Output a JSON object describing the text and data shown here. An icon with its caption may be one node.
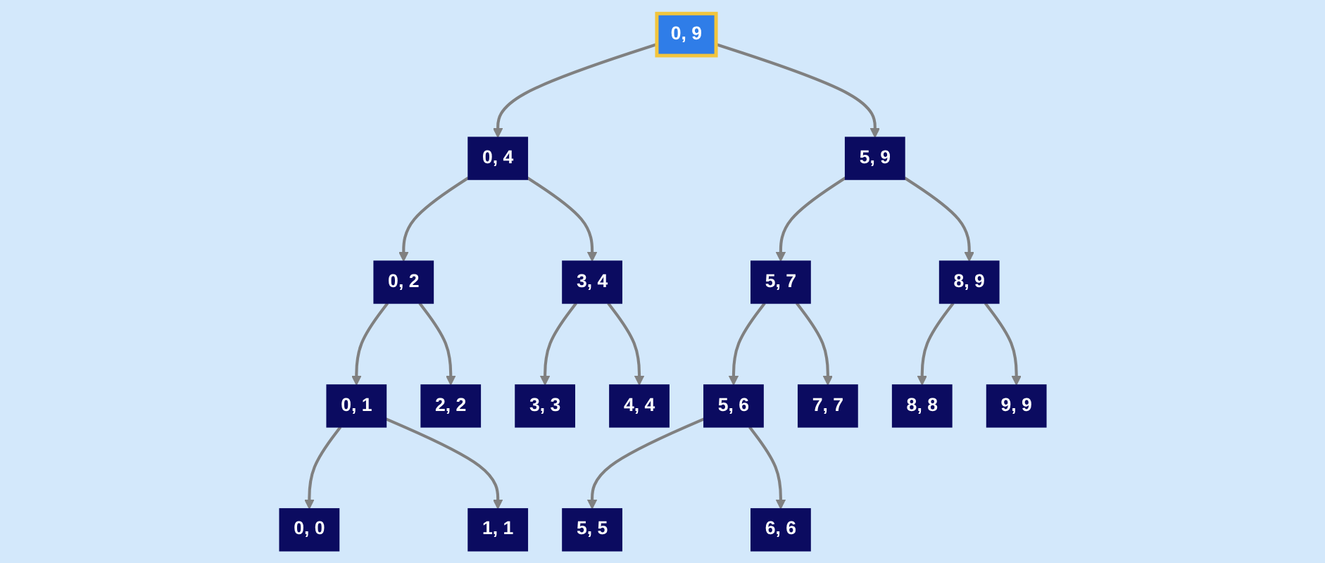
{
  "diagram": {
    "nodes": [
      {
        "text": [
          "0, 9"
        ]
      },
      {
        "text": [
          "0, 4"
        ]
      },
      {
        "text": [
          "5, 9"
        ]
      },
      {
        "text": [
          "0, 2"
        ]
      },
      {
        "text": [
          "3, 4"
        ]
      },
      {
        "text": [
          "5, 7"
        ]
      },
      {
        "text": [
          "8, 9"
        ]
      },
      {
        "text": [
          "0, 1"
        ]
      },
      {
        "text": [
          "2, 2"
        ]
      },
      {
        "text": [
          "3, 3"
        ]
      },
      {
        "text": [
          "4, 4"
        ]
      },
      {
        "text": [
          "5, 6"
        ]
      },
      {
        "text": [
          "7, 7"
        ]
      },
      {
        "text": [
          "8, 8"
        ]
      },
      {
        "text": [
          "9, 9"
        ]
      },
      {
        "text": [
          "0, 0"
        ]
      },
      {
        "text": [
          "1, 1"
        ]
      },
      {
        "text": [
          "5, 5"
        ]
      },
      {
        "text": [
          "6, 6"
        ]
      }
    ],
    "edges": [
      {
        "from": 0,
        "to": 1,
        "arrow": "to"
      },
      {
        "from": 0,
        "to": 2,
        "arrow": "to"
      },
      {
        "from": 1,
        "to": 3,
        "arrow": "to"
      },
      {
        "from": 1,
        "to": 4,
        "arrow": "to"
      },
      {
        "from": 2,
        "to": 5,
        "arrow": "to"
      },
      {
        "from": 2,
        "to": 6,
        "arrow": "to"
      },
      {
        "from": 3,
        "to": 7,
        "arrow": "to"
      },
      {
        "from": 3,
        "to": 8,
        "arrow": "to"
      },
      {
        "from": 4,
        "to": 9,
        "arrow": "to"
      },
      {
        "from": 4,
        "to": 10,
        "arrow": "to"
      },
      {
        "from": 5,
        "to": 11,
        "arrow": "to"
      },
      {
        "from": 5,
        "to": 12,
        "arrow": "to"
      },
      {
        "from": 6,
        "to": 13,
        "arrow": "to"
      },
      {
        "from": 6,
        "to": 14,
        "arrow": "to"
      },
      {
        "from": 7,
        "to": 15,
        "arrow": "to"
      },
      {
        "from": 7,
        "to": 16,
        "arrow": "to"
      },
      {
        "from": 11,
        "to": 17,
        "arrow": "to"
      },
      {
        "from": 11,
        "to": 18,
        "arrow": "to"
      }
    ]
  }
}
